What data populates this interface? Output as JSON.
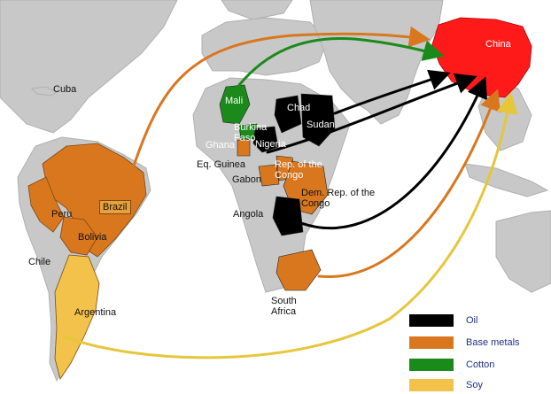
{
  "colors": {
    "ocean": "#ffffff",
    "land": "#c8c8c8",
    "oil": "#000000",
    "base_metals": "#d9771f",
    "cotton": "#1a8a1a",
    "soy": "#f2c24a",
    "china": "#ff1a1a",
    "legend_text": "#1f2f8a"
  },
  "labels": {
    "china": "China",
    "cuba": "Cuba",
    "brazil": "Brazil",
    "peru": "Peru",
    "bolivia": "Bolivia",
    "chile": "Chile",
    "argentina": "Argentina",
    "mali": "Mali",
    "burkina_faso": "Burkina Faso",
    "ghana": "Ghana",
    "nigeria": "Nigeria",
    "chad": "Chad",
    "sudan": "Sudan",
    "eq_guinea": "Eq. Guinea",
    "gabon": "Gabon",
    "rep_congo": "Rep. of the Congo",
    "drc": "Dem. Rep. of the Congo",
    "angola": "Angola",
    "south_africa": "South Africa"
  },
  "legend": [
    {
      "label": "Oil",
      "color": "#000000"
    },
    {
      "label": "Base metals",
      "color": "#d9771f"
    },
    {
      "label": "Cotton",
      "color": "#1a8a1a"
    },
    {
      "label": "Soy",
      "color": "#f2c24a"
    }
  ]
}
